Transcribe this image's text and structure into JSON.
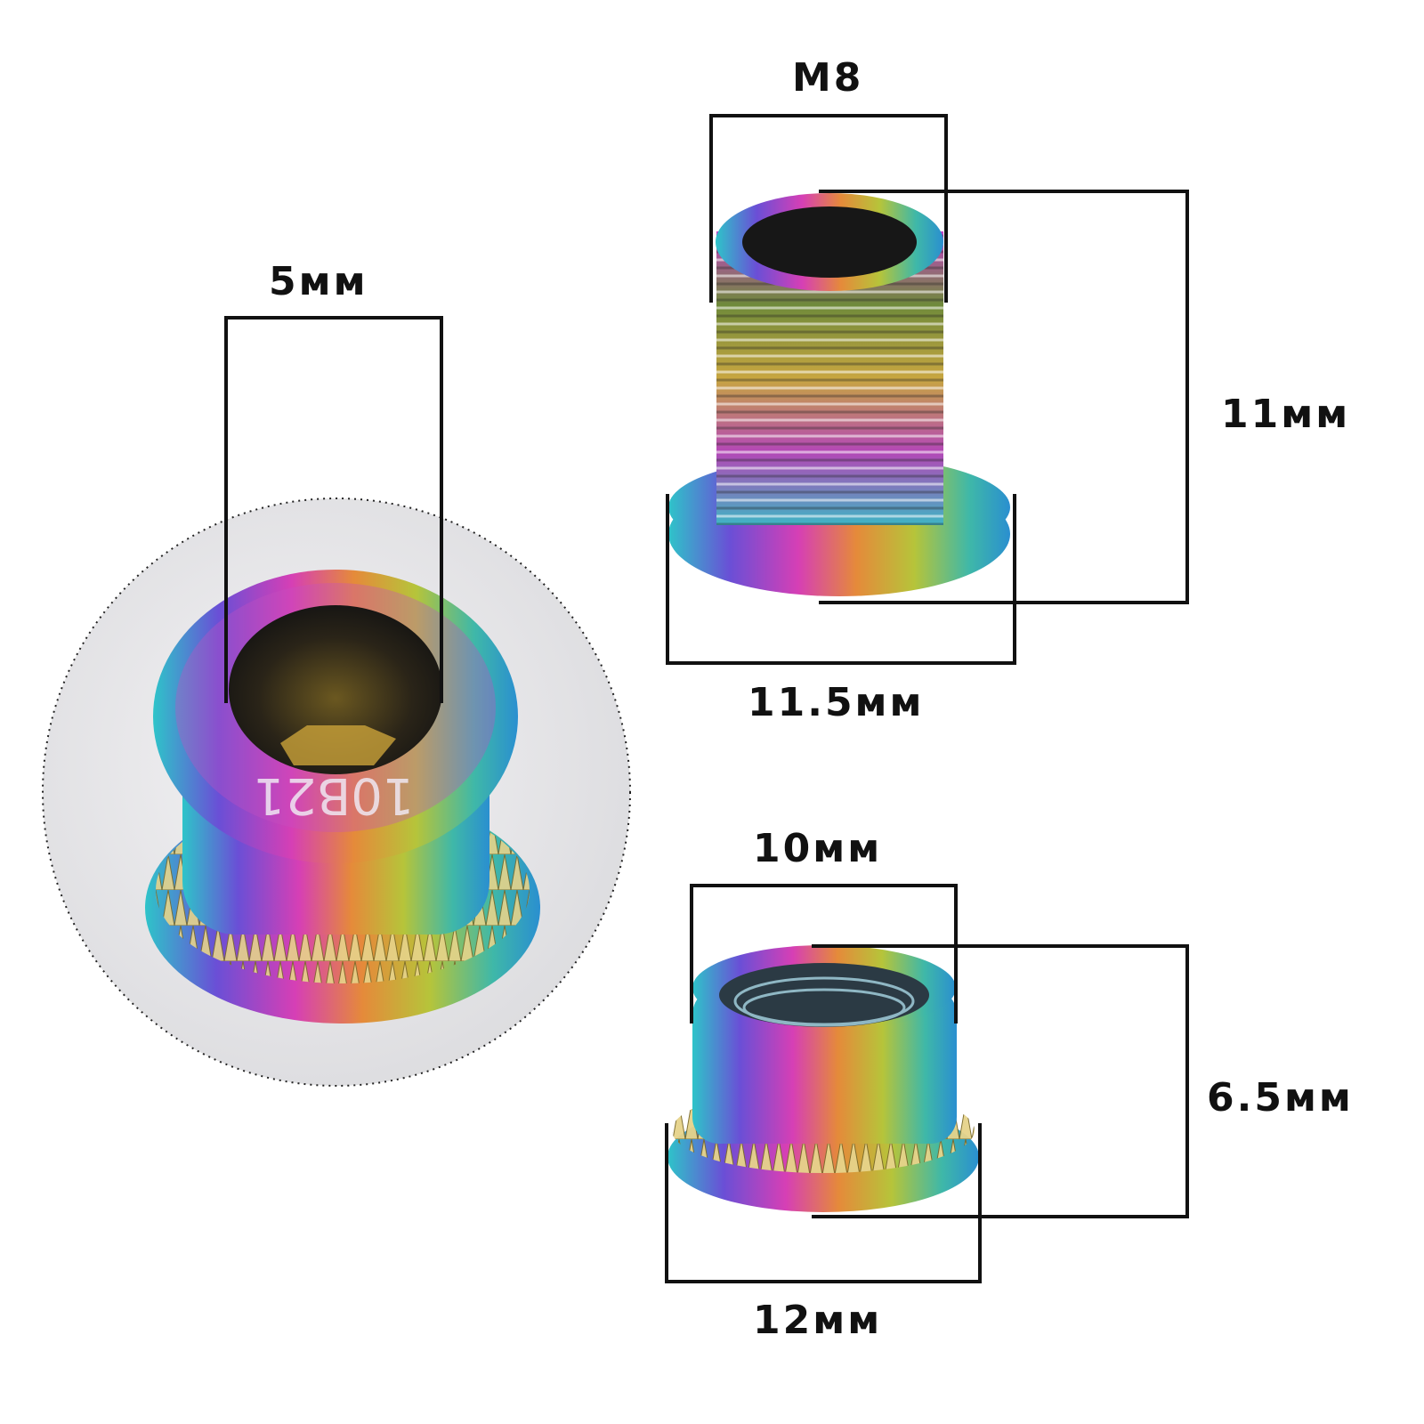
{
  "bolt_marking": "10B21",
  "labels": {
    "hex_width": "5мм",
    "thread_size": "M8",
    "bolt_length": "11мм",
    "bolt_flange_width": "11.5мм",
    "nut_body_width": "10мм",
    "nut_height": "6.5мм",
    "nut_flange_width": "12мм"
  },
  "colors": {
    "line": "#111111",
    "text": "#111111",
    "circle_backdrop": "#e4e4e6",
    "dotted_outline": "#222222"
  }
}
